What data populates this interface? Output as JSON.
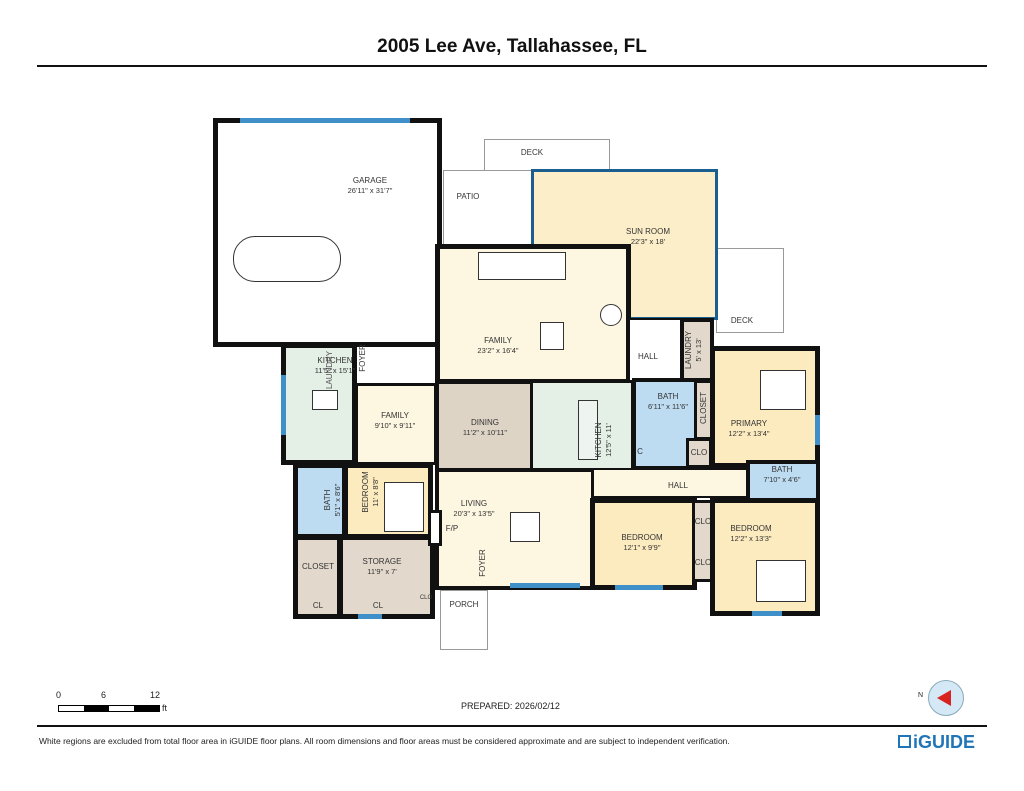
{
  "title": "2005 Lee Ave, Tallahassee, FL",
  "rooms": [
    {
      "name": "GARAGE",
      "dims": "26'11\" x 31'7\""
    },
    {
      "name": "SUN ROOM",
      "dims": "22'3\" x 18'"
    },
    {
      "name": "FAMILY",
      "dims": "23'2\" x 16'4\""
    },
    {
      "name": "KITCHEN",
      "dims": "11'5\" x 15'1\""
    },
    {
      "name": "FAMILY",
      "dims": "9'10\" x 9'11\""
    },
    {
      "name": "DINING",
      "dims": "11'2\" x 10'11\""
    },
    {
      "name": "KITCHEN",
      "dims": "12'5\" x 11'"
    },
    {
      "name": "LAUNDRY",
      "dims": "5' x 13'"
    },
    {
      "name": "BATH",
      "dims": "6'11\" x 11'6\""
    },
    {
      "name": "PRIMARY",
      "dims": "12'2\" x 13'4\""
    },
    {
      "name": "BATH",
      "dims": "7'10\" x 4'6\""
    },
    {
      "name": "BEDROOM",
      "dims": "12'1\" x 9'9\""
    },
    {
      "name": "BEDROOM",
      "dims": "12'2\" x 13'3\""
    },
    {
      "name": "LIVING",
      "dims": "20'3\" x 13'5\""
    },
    {
      "name": "BATH",
      "dims": "5'1\" x 8'6\""
    },
    {
      "name": "BEDROOM",
      "dims": "11' x 8'8\""
    },
    {
      "name": "STORAGE",
      "dims": "11'9\" x 7'"
    }
  ],
  "labels": {
    "deck1": "DECK",
    "patio": "PATIO",
    "deck2": "DECK",
    "hall1": "HALL",
    "hall2": "HALL",
    "closet1": "CLOSET",
    "clo1": "CLO",
    "c": "C",
    "clo2": "CLO",
    "clo3": "CLO",
    "foyer1": "FOYER",
    "laundry2": "LAUNDRY",
    "foyer2": "FOYER",
    "fp": "F/P",
    "closet2": "CLOSET",
    "cl1": "CL",
    "cl2": "CL",
    "clo4": "CLO",
    "porch": "PORCH"
  },
  "scale": {
    "t0": "0",
    "t1": "6",
    "t2": "12",
    "unit": "ft"
  },
  "prepared": "PREPARED: 2026/02/12",
  "compass_letter": "N",
  "disclaimer": "White regions are excluded from total floor area in iGUIDE floor plans. All room dimensions and floor areas must be considered approximate and are subject to independent verification.",
  "logo": "iGUIDE",
  "colors": {
    "wall": "#111111",
    "window": "#3f8fc8",
    "living": "#fdf6e1",
    "bedroom": "#fcebbf",
    "bath": "#bddcf1",
    "kitchen": "#e4efe6",
    "dining": "#ded4c6",
    "storage": "#e2d9cc",
    "logo": "#1f75b8",
    "compass": "#d9231f"
  }
}
